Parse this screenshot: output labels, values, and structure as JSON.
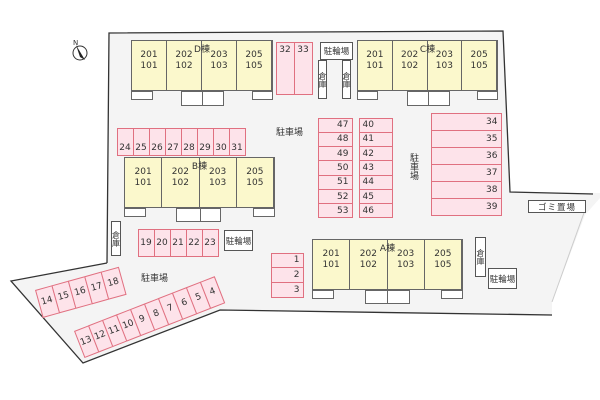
{
  "buildings": {
    "D": {
      "label": "D棟",
      "units": [
        [
          "201",
          "101"
        ],
        [
          "202",
          "102"
        ],
        [
          "203",
          "103"
        ],
        [
          "205",
          "105"
        ]
      ]
    },
    "C": {
      "label": "C棟",
      "units": [
        [
          "201",
          "101"
        ],
        [
          "202",
          "102"
        ],
        [
          "203",
          "103"
        ],
        [
          "205",
          "105"
        ]
      ]
    },
    "B": {
      "label": "B棟",
      "units": [
        [
          "201",
          "101"
        ],
        [
          "202",
          "102"
        ],
        [
          "203",
          "103"
        ],
        [
          "205",
          "105"
        ]
      ]
    },
    "A": {
      "label": "A棟",
      "units": [
        [
          "201",
          "101"
        ],
        [
          "202",
          "102"
        ],
        [
          "203",
          "103"
        ],
        [
          "205",
          "105"
        ]
      ]
    }
  },
  "parking": {
    "g32": [
      "32",
      "33"
    ],
    "g24": [
      "24",
      "25",
      "26",
      "27",
      "28",
      "29",
      "30",
      "31"
    ],
    "g47": [
      "47",
      "48",
      "49",
      "50",
      "51",
      "52",
      "53"
    ],
    "g40": [
      "40",
      "41",
      "42",
      "43",
      "44",
      "45",
      "46"
    ],
    "g34": [
      "34",
      "35",
      "36",
      "37",
      "38",
      "39"
    ],
    "g19": [
      "19",
      "20",
      "21",
      "22",
      "23"
    ],
    "g1": [
      "1",
      "2",
      "3"
    ],
    "g14": [
      "14",
      "15",
      "16",
      "17",
      "18"
    ],
    "g4": [
      "13",
      "12",
      "11",
      "10",
      "9",
      "8",
      "7",
      "6",
      "5",
      "4"
    ]
  },
  "labels": {
    "parking_lot": "駐車場",
    "bicycle_parking": "駐輪場",
    "storage": "倉庫",
    "garbage": "ゴミ置場",
    "north": "N"
  },
  "colors": {
    "building": "#fbf8cc",
    "parking": "#fde3ea",
    "parking_border": "#e07080",
    "lot": "#f4f4f4"
  }
}
